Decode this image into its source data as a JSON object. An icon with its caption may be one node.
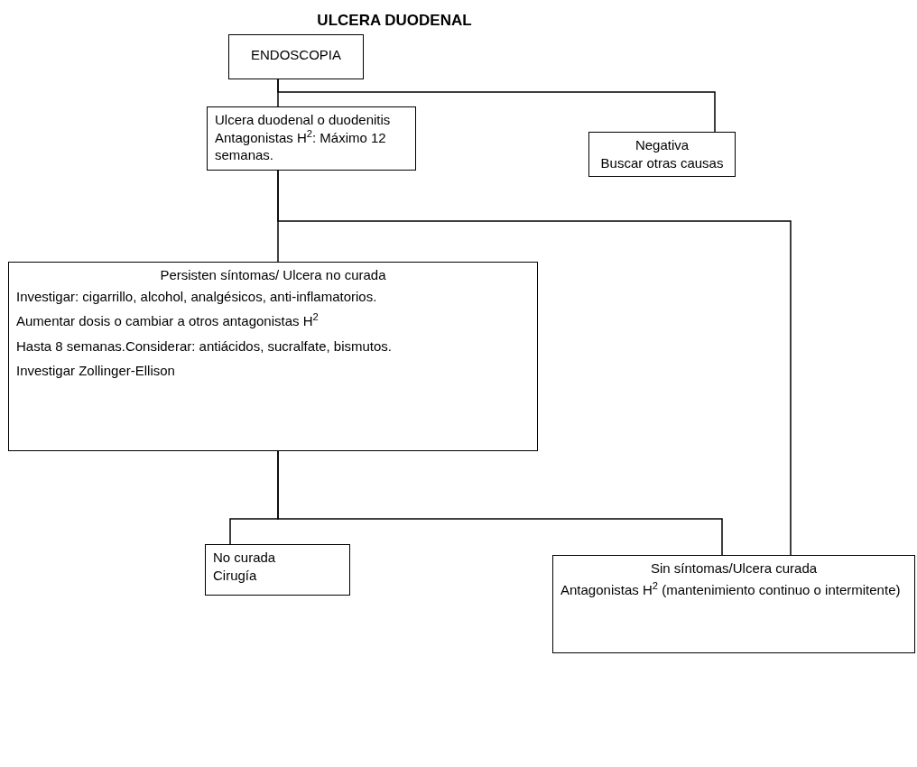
{
  "diagram": {
    "title": "ULCERA DUODENAL",
    "nodes": [
      {
        "text": [
          "ENDOSCOPIA"
        ]
      },
      {
        "text": [
          "Ulcera duodenal o duodenitis",
          "Antagonistas H$^{2}$: Máximo 12 semanas."
        ]
      },
      {
        "text": [
          "Negativa",
          "Buscar otras causas"
        ]
      },
      {
        "text": [
          "Persisten síntomas/ Ulcera no curada",
          "Investigar: cigarrillo, alcohol, analgésicos, anti-inflamatorios.",
          "Aumentar dosis o cambiar a otros antagonistas H$^{2}$",
          "Hasta 8 semanas.Considerar: antiácidos, sucralfate, bismutos.",
          "Investigar Zollinger-Ellison"
        ]
      },
      {
        "text": [
          "No curada",
          "Cirugía"
        ]
      },
      {
        "text": [
          "Sin síntomas/Ulcera curada",
          "Antagonistas H$^{2}$ (mantenimiento continuo o intermitente)"
        ]
      }
    ],
    "edges": [
      {
        "from": 0,
        "to": 1,
        "arrow": "none"
      },
      {
        "from": 0,
        "to": 2,
        "arrow": "none"
      },
      {
        "from": 1,
        "to": 3,
        "arrow": "none"
      },
      {
        "from": 1,
        "to": 5,
        "arrow": "none"
      },
      {
        "from": 3,
        "to": 4,
        "arrow": "none"
      },
      {
        "from": 3,
        "to": 5,
        "arrow": "none"
      }
    ]
  }
}
